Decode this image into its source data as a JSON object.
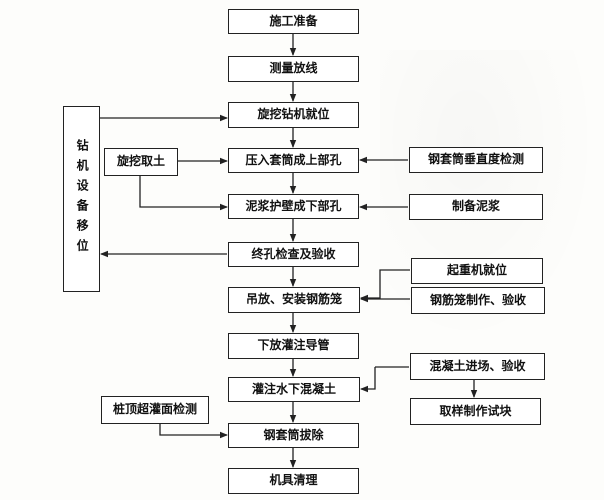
{
  "nodes": {
    "n1": "施工准备",
    "n2": "测量放线",
    "n3": "旋挖钻机就位",
    "n4": "压入套筒成上部孔",
    "n5": "泥浆护壁成下部孔",
    "n6": "终孔检查及验收",
    "n7": "吊放、安装钢筋笼",
    "n8": "下放灌注导管",
    "n9": "灌注水下混凝土",
    "n10": "钢套筒拔除",
    "n11": "机具清理",
    "side_rig_move": "钻机设备移位",
    "side_rotary_soil": "旋挖取土",
    "side_pile_top": "桩顶超灌面检测",
    "right_casing_check": "钢套筒垂直度检测",
    "right_mud": "制备泥浆",
    "right_crane": "起重机就位",
    "right_cage": "钢筋笼制作、验收",
    "right_concrete": "混凝土进场、验收",
    "right_sample": "取样制作试块"
  }
}
